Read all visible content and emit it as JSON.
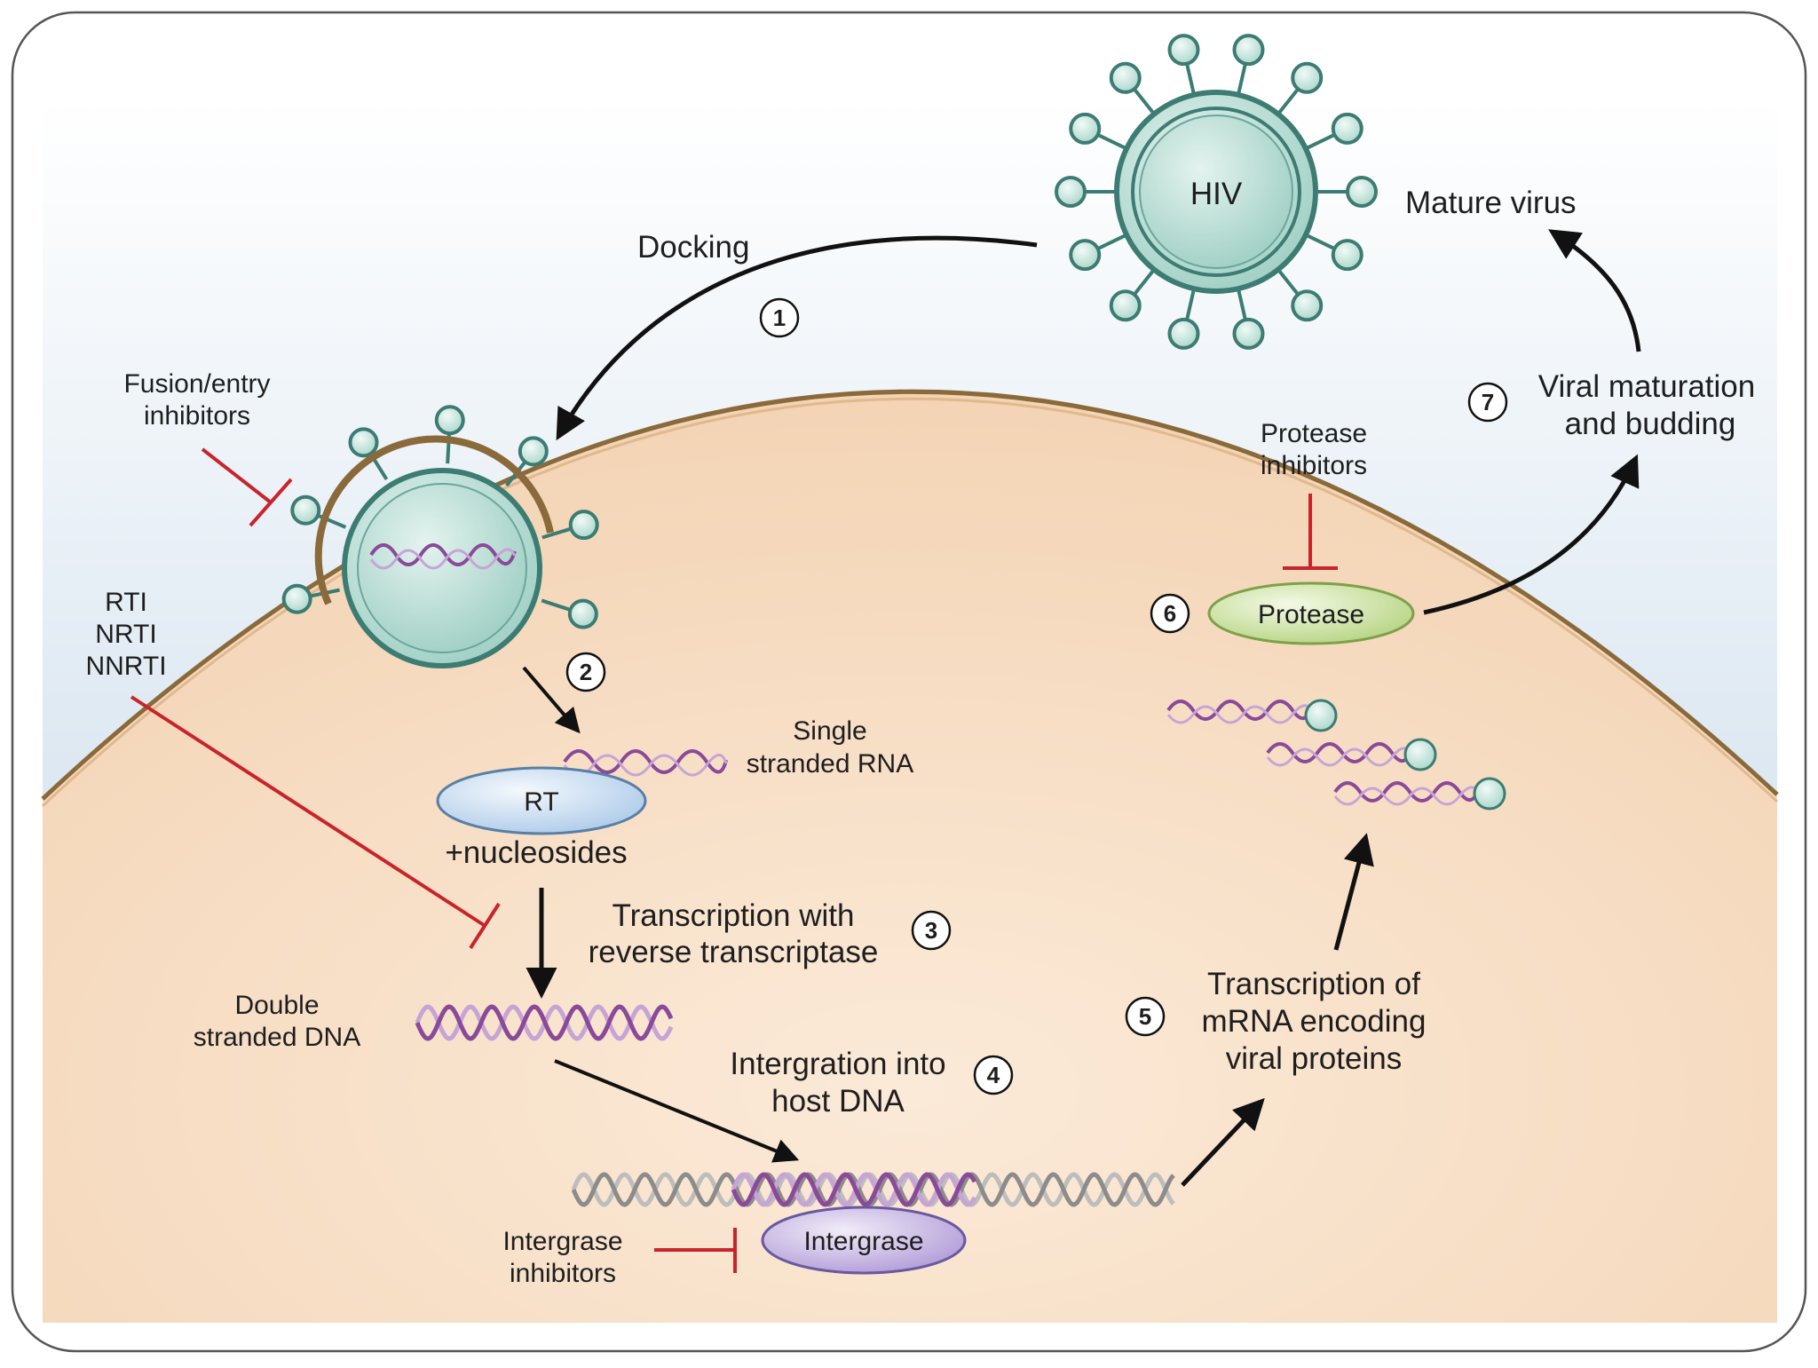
{
  "labels": {
    "hiv": "HIV",
    "mature_virus": "Mature virus",
    "docking": "Docking",
    "fusion_line1": "Fusion/entry",
    "fusion_line2": "inhibitors",
    "rti": "RTI",
    "nrti": "NRTI",
    "nnrti": "NNRTI",
    "single_rna_line1": "Single",
    "single_rna_line2": "stranded RNA",
    "rt": "RT",
    "nucleosides": "+nucleosides",
    "transcription_rt_line1": "Transcription with",
    "transcription_rt_line2": "reverse transcriptase",
    "double_dna_line1": "Double",
    "double_dna_line2": "stranded DNA",
    "integration_line1": "Intergration into",
    "integration_line2": "host DNA",
    "integrase": "Intergrase",
    "integrase_inh_line1": "Intergrase",
    "integrase_inh_line2": "inhibitors",
    "transcription_mrna_line1": "Transcription of",
    "transcription_mrna_line2": "mRNA encoding",
    "transcription_mrna_line3": "viral proteins",
    "protease": "Protease",
    "protease_inh_line1": "Protease",
    "protease_inh_line2": "inhibitors",
    "maturation_line1": "Viral maturation",
    "maturation_line2": "and budding"
  },
  "steps": [
    "1",
    "2",
    "3",
    "4",
    "5",
    "6",
    "7"
  ],
  "colors": {
    "cell_fill": "#f5d9bd",
    "cell_edge": "#8a6a3a",
    "background_top": "#e6eef6",
    "virus_fill": "#bfe0d8",
    "virus_edge": "#3c7c72",
    "rna_strand": "#8a4a9a",
    "dna_grey": "#8c8c8c",
    "inhibitor_red": "#c8242b",
    "rt_fill": "#d6e6f6",
    "protease_fill": "#cfe3a8",
    "integrase_fill": "#cdbde6"
  }
}
